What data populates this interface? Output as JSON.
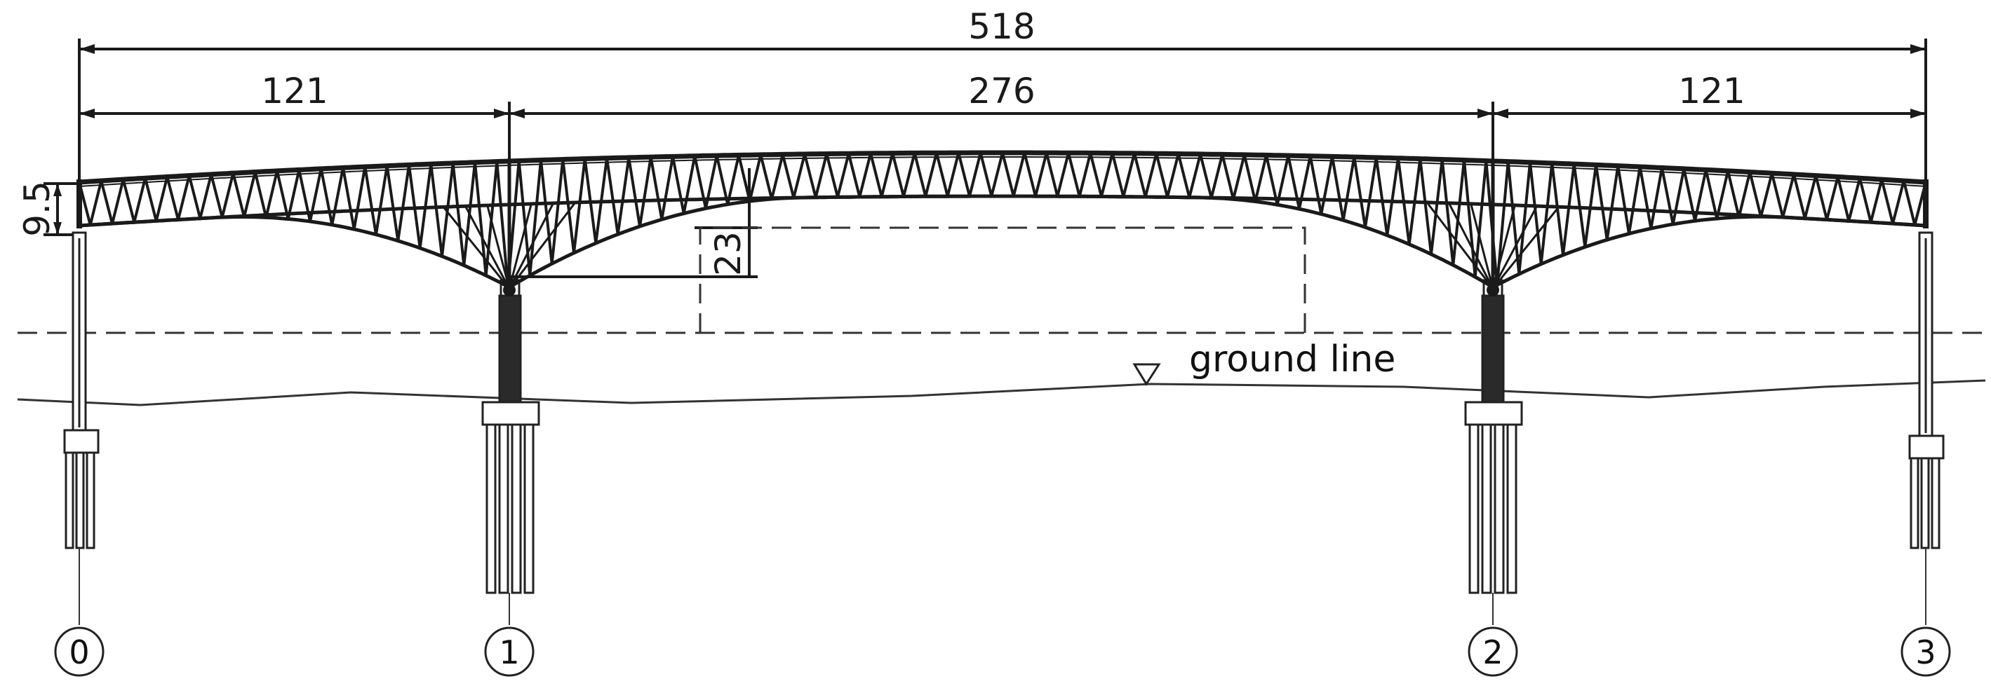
{
  "dimensions": {
    "total": "518",
    "side_span_left": "121",
    "main_span": "276",
    "side_span_right": "121",
    "truss_depth": "9.5",
    "clearance": "23"
  },
  "labels": {
    "ground_line": "ground line"
  },
  "piers": [
    {
      "label": "0"
    },
    {
      "label": "1"
    },
    {
      "label": "2"
    },
    {
      "label": "3"
    }
  ]
}
